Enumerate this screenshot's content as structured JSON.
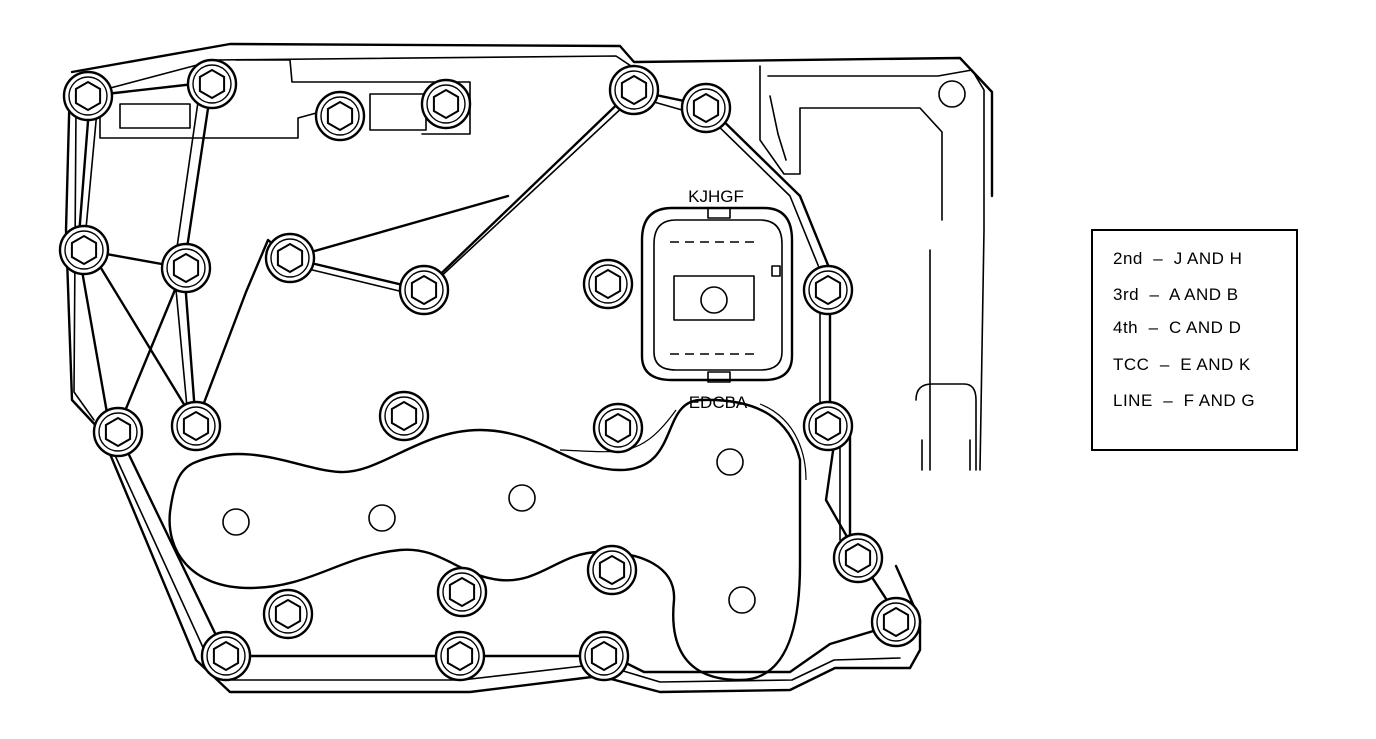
{
  "diagram": {
    "connector_top_label": "KJHGF",
    "connector_bottom_label": "EDCBA"
  },
  "legend": {
    "rows": [
      "2nd  –  J AND H",
      "3rd  –  A AND B",
      "4th  –  C AND D",
      "TCC  –  E AND K",
      "LINE  –  F AND G"
    ]
  }
}
